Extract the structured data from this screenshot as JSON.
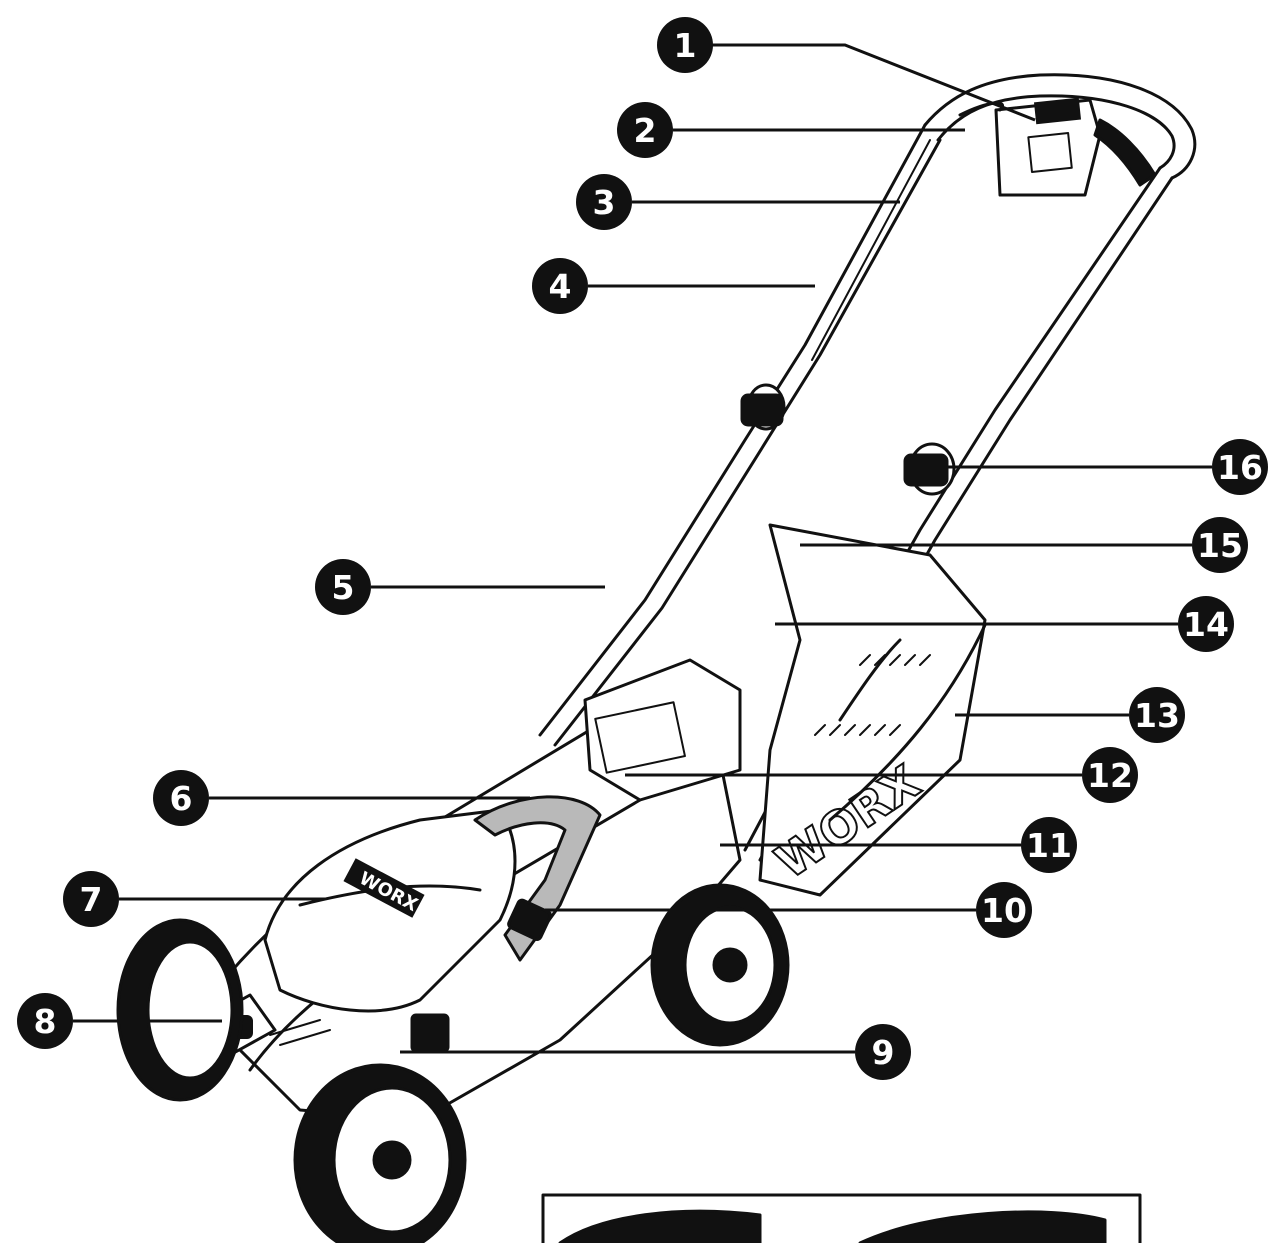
{
  "brand_label": "WORX",
  "callouts": [
    "1",
    "2",
    "3",
    "4",
    "5",
    "6",
    "7",
    "8",
    "9",
    "10",
    "11",
    "12",
    "13",
    "14",
    "15",
    "16"
  ]
}
